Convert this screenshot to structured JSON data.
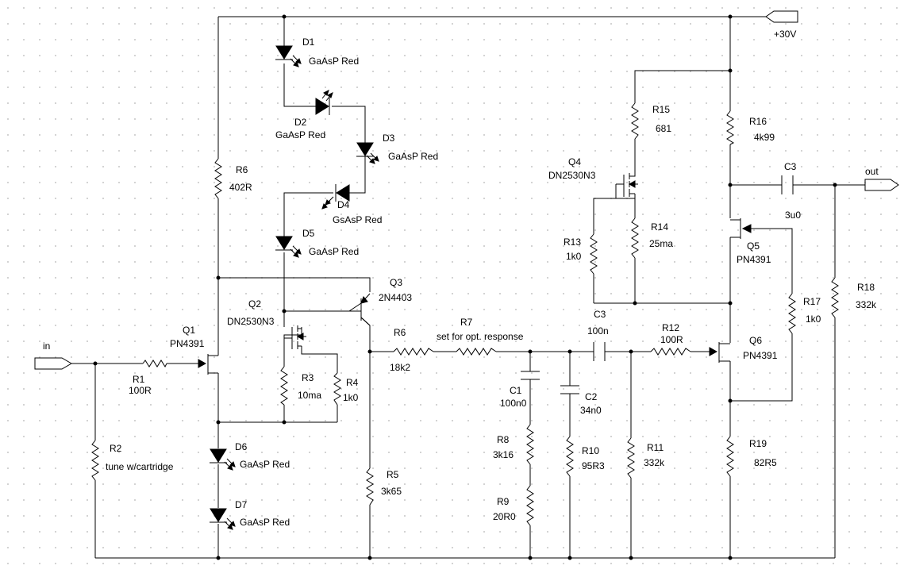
{
  "rails": {
    "supply": "+30V"
  },
  "ports": {
    "in": "in",
    "out": "out"
  },
  "parts": {
    "D1": {
      "ref": "D1",
      "value": "GaAsP Red"
    },
    "D2": {
      "ref": "D2",
      "value": "GaAsP Red"
    },
    "D3": {
      "ref": "D3",
      "value": "GaAsP Red"
    },
    "D4": {
      "ref": "D4",
      "value": "GsAsP Red"
    },
    "D5": {
      "ref": "D5",
      "value": "GaAsP Red"
    },
    "D6": {
      "ref": "D6",
      "value": "GaAsP Red"
    },
    "D7": {
      "ref": "D7",
      "value": "GaAsP Red"
    },
    "Q1": {
      "ref": "Q1",
      "value": "PN4391"
    },
    "Q2": {
      "ref": "Q2",
      "value": "DN2530N3"
    },
    "Q3": {
      "ref": "Q3",
      "value": "2N4403"
    },
    "Q4": {
      "ref": "Q4",
      "value": "DN2530N3"
    },
    "Q5": {
      "ref": "Q5",
      "value": "PN4391"
    },
    "Q6": {
      "ref": "Q6",
      "value": "PN4391"
    },
    "R1": {
      "ref": "R1",
      "value": "100R"
    },
    "R2": {
      "ref": "R2",
      "value": "tune w/cartridge"
    },
    "R3": {
      "ref": "R3",
      "value": "10ma"
    },
    "R4": {
      "ref": "R4",
      "value": "1k0"
    },
    "R5": {
      "ref": "R5",
      "value": "3k65"
    },
    "R6a": {
      "ref": "R6",
      "value": "402R"
    },
    "R6b": {
      "ref": "R6",
      "value": "18k2"
    },
    "R7": {
      "ref": "R7",
      "value": "set for opt. response"
    },
    "R8": {
      "ref": "R8",
      "value": "3k16"
    },
    "R9": {
      "ref": "R9",
      "value": "20R0"
    },
    "R10": {
      "ref": "R10",
      "value": "95R3"
    },
    "R11": {
      "ref": "R11",
      "value": "332k"
    },
    "R12": {
      "ref": "R12",
      "value": "100R"
    },
    "R13": {
      "ref": "R13",
      "value": "1k0"
    },
    "R14": {
      "ref": "R14",
      "value": "25ma"
    },
    "R15": {
      "ref": "R15",
      "value": "681"
    },
    "R16": {
      "ref": "R16",
      "value": "4k99"
    },
    "R17": {
      "ref": "R17",
      "value": "1k0"
    },
    "R18": {
      "ref": "R18",
      "value": "332k"
    },
    "R19": {
      "ref": "R19",
      "value": "82R5"
    },
    "C1": {
      "ref": "C1",
      "value": "100n0"
    },
    "C2": {
      "ref": "C2",
      "value": "34n0"
    },
    "C3a": {
      "ref": "C3",
      "value": "100n"
    },
    "C3b": {
      "ref": "C3",
      "value": "3u0"
    }
  }
}
